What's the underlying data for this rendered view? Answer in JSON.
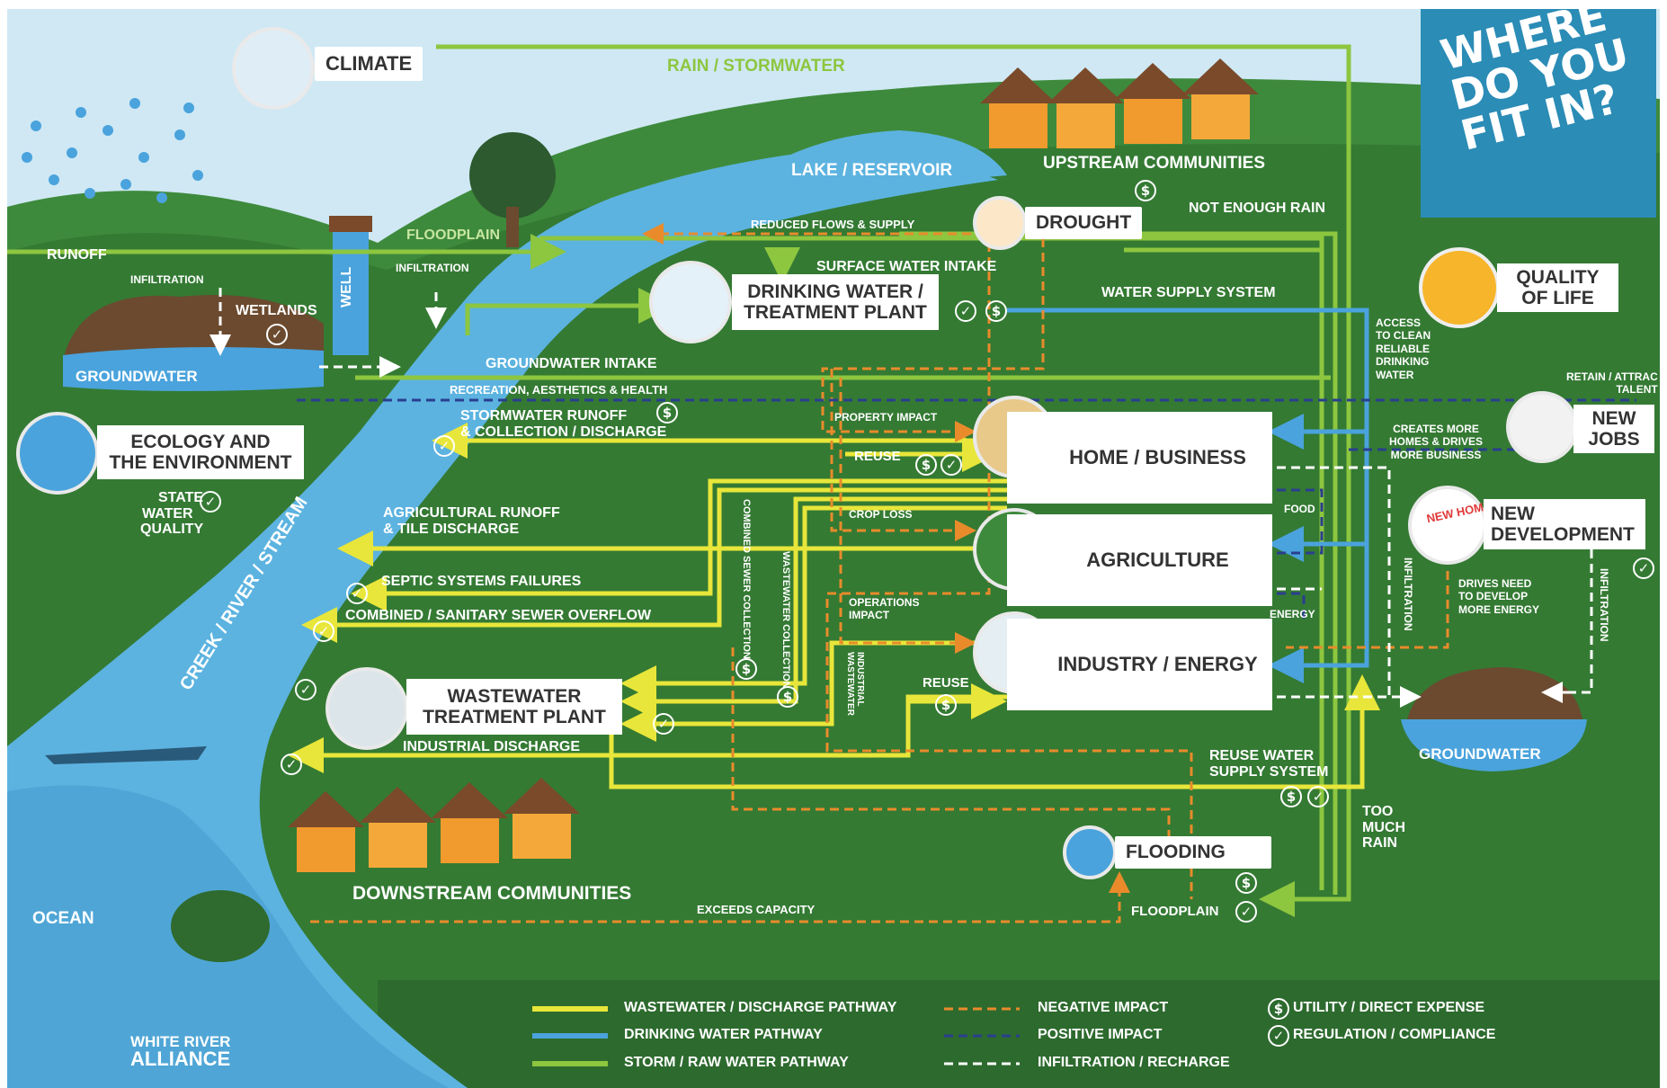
{
  "colors": {
    "wastewater": "#e8e63a",
    "drinking": "#4aa3dc",
    "storm": "#8dc63f",
    "negative": "#e98b2b",
    "positive": "#2a3f8f",
    "infiltration": "#ffffff",
    "land": "#3e8a3c",
    "water": "#5cb3e0",
    "sky": "#cfe8f4"
  },
  "icons": {
    "climate": "rain-cloud-icon",
    "drought": "dead-tree-icon",
    "drinking": "faucet-icon",
    "quality": "smiley-icon",
    "jobs": "newspaper-icon",
    "newhomes": "new-homes-sign-icon",
    "home": "house-icon",
    "agriculture": "crop-field-icon",
    "industry": "factory-icon",
    "wastewater": "treatment-tank-icon",
    "ecology": "frog-icon",
    "flooding": "waves-icon"
  },
  "banner": {
    "line1": "WHERE",
    "line2": "DO YOU",
    "line3": "FIT IN?"
  },
  "nodes": {
    "climate": "CLIMATE",
    "drought": "DROUGHT",
    "drinking_1": "DRINKING WATER /",
    "drinking_2": "TREATMENT PLANT",
    "quality_1": "QUALITY",
    "quality_2": "OF LIFE",
    "jobs_1": "NEW",
    "jobs_2": "JOBS",
    "development_1": "NEW",
    "development_2": "DEVELOPMENT",
    "newhomes_sign": "NEW HOMES",
    "home": "HOME / BUSINESS",
    "agriculture": "AGRICULTURE",
    "industry": "INDUSTRY / ENERGY",
    "wastewater_1": "WASTEWATER",
    "wastewater_2": "TREATMENT PLANT",
    "ecology_1": "ECOLOGY AND",
    "ecology_2": "THE ENVIRONMENT",
    "flooding": "FLOODING"
  },
  "labels": {
    "rain": "RAIN / STORMWATER",
    "lake": "LAKE / RESERVOIR",
    "upstream": "UPSTREAM COMMUNITIES",
    "not_enough_rain": "NOT ENOUGH RAIN",
    "reduced_flows": "REDUCED FLOWS & SUPPLY",
    "surface_intake": "SURFACE WATER INTAKE",
    "water_supply": "WATER SUPPLY SYSTEM",
    "groundwater_intake": "GROUNDWATER INTAKE",
    "recreation": "RECREATION, AESTHETICS & HEALTH",
    "runoff": "RUNOFF",
    "infiltration_left": "INFILTRATION",
    "wetlands": "WETLANDS",
    "well": "WELL",
    "floodplain_top": "FLOODPLAIN",
    "infiltration_mid": "INFILTRATION",
    "groundwater_left": "GROUNDWATER",
    "stormwater_1": "STORMWATER RUNOFF",
    "stormwater_2": "& COLLECTION / DISCHARGE",
    "property_impact": "PROPERTY IMPACT",
    "reuse_top": "REUSE",
    "state_water_1": "STATE",
    "state_water_2": "WATER",
    "state_water_3": "QUALITY",
    "ag_runoff_1": "AGRICULTURAL RUNOFF",
    "ag_runoff_2": "& TILE DISCHARGE",
    "crop_loss": "CROP LOSS",
    "septic": "SEPTIC SYSTEMS FAILURES",
    "combined_overflow": "COMBINED / SANITARY SEWER OVERFLOW",
    "operations_1": "OPERATIONS",
    "operations_2": "IMPACT",
    "reuse_bottom": "REUSE",
    "combined_collection": "COMBINED SEWER COLLECTION",
    "wastewater_collection": "WASTEWATER COLLECTION",
    "industrial_wastewater_1": "INDUSTRIAL",
    "industrial_wastewater_2": "WASTEWATER",
    "industrial_discharge": "INDUSTRIAL DISCHARGE",
    "creek": "CREEK / RIVER / STREAM",
    "access_1": "ACCESS",
    "access_2": "TO CLEAN",
    "access_3": "RELIABLE",
    "access_4": "DRINKING",
    "access_5": "WATER",
    "retain_1": "RETAIN / ATTRAC",
    "retain_2": "TALENT",
    "creates_1": "CREATES MORE",
    "creates_2": "HOMES & DRIVES",
    "creates_3": "MORE BUSINESS",
    "food": "FOOD",
    "energy": "ENERGY",
    "infiltration_right1": "INFILTRATION",
    "infiltration_right2": "INFILTRATION",
    "drives_1": "DRIVES NEED",
    "drives_2": "TO DEVELOP",
    "drives_3": "MORE ENERGY",
    "groundwater_right": "GROUNDWATER",
    "reuse_supply_1": "REUSE WATER",
    "reuse_supply_2": "SUPPLY SYSTEM",
    "too_much_1": "TOO",
    "too_much_2": "MUCH",
    "too_much_3": "RAIN",
    "downstream": "DOWNSTREAM COMMUNITIES",
    "exceeds": "EXCEEDS CAPACITY",
    "floodplain_bottom": "FLOODPLAIN",
    "ocean": "OCEAN"
  },
  "legend": {
    "wastewater": "WASTEWATER / DISCHARGE PATHWAY",
    "drinking": "DRINKING WATER PATHWAY",
    "storm": "STORM / RAW WATER PATHWAY",
    "negative": "NEGATIVE IMPACT",
    "positive": "POSITIVE IMPACT",
    "infiltration": "INFILTRATION / RECHARGE",
    "utility": "UTILITY / DIRECT EXPENSE",
    "regulation": "REGULATION / COMPLIANCE"
  },
  "logo": {
    "line1": "WHITE RIVER",
    "line2": "ALLIANCE"
  }
}
